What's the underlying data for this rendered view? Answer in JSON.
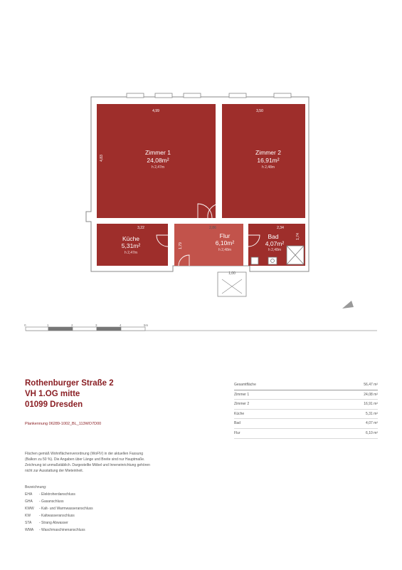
{
  "rooms": {
    "zimmer1": {
      "name": "Zimmer 1",
      "area": "24,08m²",
      "height": "h 2,47m"
    },
    "zimmer2": {
      "name": "Zimmer 2",
      "area": "16,91m²",
      "height": "h 2,48m"
    },
    "kueche": {
      "name": "Küche",
      "area": "5,31m²",
      "height": "h 2,47m"
    },
    "flur": {
      "name": "Flur",
      "area": "6,10m²",
      "height": "h 2,48m"
    },
    "bad": {
      "name": "Bad",
      "area": "4,07m²",
      "height": "h 2,48m"
    }
  },
  "dimensions": {
    "zimmer1_width": "4,99",
    "zimmer2_width": "3,50",
    "zimmer1_depth": "4,83",
    "kueche_width": "3,22",
    "flur_width": "2,86",
    "bad_width": "2,34",
    "bad_depth": "1,74",
    "flur_depth": "1,79",
    "entrance": "1,00"
  },
  "scale": {
    "labels": [
      "0",
      "1",
      "2",
      "3",
      "4",
      "5m"
    ]
  },
  "address": {
    "line1": "Rothenburger Straße 2",
    "line2": "VH 1.OG mitte",
    "line3": "01099 Dresden"
  },
  "plan_id": "Plankennung 06289-1002_BL_113WO7D00",
  "legal_text": "Flächen gemäß Wohnflächenverordnung (WoFlV) in der aktuellen Fassung (Balkon zu 50 %). Die Angaben über Länge und Breite sind nur Hauptmaße. Zeichnung ist unmaßstäblich. Dargestellte Möbel und Inneneinrichtung gehören nicht zur Ausstattung der Mieteinheit.",
  "legend": {
    "title": "Bezeichnung:",
    "items": [
      {
        "abbr": "EHA",
        "text": "- Elektroherdanschluss"
      },
      {
        "abbr": "GHA",
        "text": "- Gasanschluss"
      },
      {
        "abbr": "KWW",
        "text": "- Kalt- und Warmwasseranschluss"
      },
      {
        "abbr": "KW",
        "text": "- Kaltwasseranschluss"
      },
      {
        "abbr": "STA",
        "text": "- Strang Abwasser"
      },
      {
        "abbr": "WMA",
        "text": "- Waschmaschinenanschluss"
      }
    ]
  },
  "area_table": [
    {
      "label": "Gesamtfläche",
      "value": "56,47 m²"
    },
    {
      "label": "Zimmer 1",
      "value": "24,08 m²"
    },
    {
      "label": "Zimmer 2",
      "value": "16,91 m²"
    },
    {
      "label": "Küche",
      "value": "5,31 m²"
    },
    {
      "label": "Bad",
      "value": "4,07 m²"
    },
    {
      "label": "Flur",
      "value": "6,10 m²"
    }
  ],
  "colors": {
    "room": "#9e2e2b",
    "flur": "#c2534b",
    "wall": "#ffffff",
    "accent": "#8a1f24"
  }
}
